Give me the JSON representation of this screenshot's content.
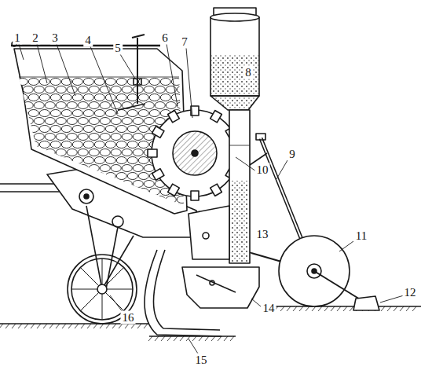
{
  "diagram": {
    "labels": [
      "1",
      "2",
      "3",
      "4",
      "5",
      "6",
      "7",
      "8",
      "9",
      "10",
      "11",
      "12",
      "13",
      "14",
      "15",
      "16"
    ]
  }
}
